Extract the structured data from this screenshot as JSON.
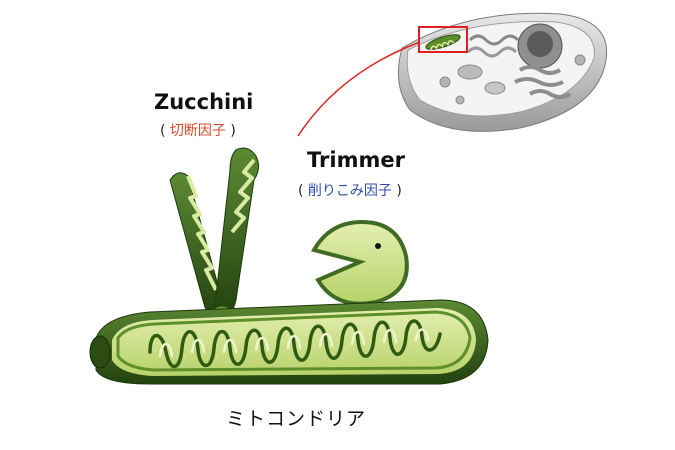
{
  "labels": {
    "zucchini": {
      "title": "Zucchini",
      "open": "(",
      "subtitle": "切断因子",
      "close": ")",
      "subtitle_color": "#d84a2a"
    },
    "trimmer": {
      "title": "Trimmer",
      "open": "(",
      "subtitle": "削りこみ因子",
      "close": ")",
      "subtitle_color": "#2f4fa8"
    },
    "caption": "ミトコンドリア"
  },
  "colors": {
    "zucchini_skin": "#3f6b22",
    "zucchini_flesh": "#c9df86",
    "pointer_line": "#e02020",
    "highlight_box": "#e02020",
    "cell_gray": "#a9a9a9"
  }
}
